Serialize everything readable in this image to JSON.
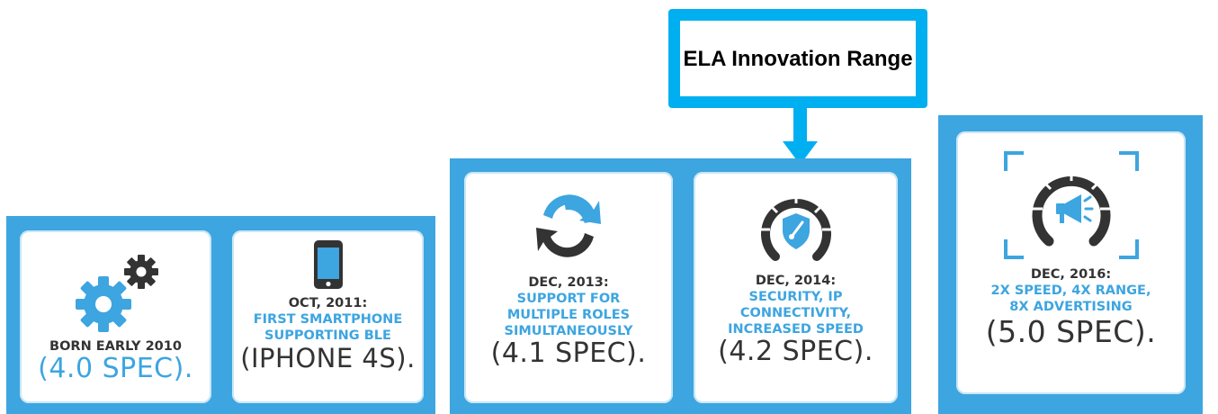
{
  "callout": {
    "text": "ELA Innovation Range"
  },
  "cards": [
    {
      "icon": "gears-icon",
      "line1": "BORN EARLY 2010",
      "spec": "(4.0 SPEC)."
    },
    {
      "icon": "smartphone-icon",
      "date": "OCT, 2011:",
      "desc1": "FIRST SMARTPHONE",
      "desc2": "SUPPORTING BLE",
      "spec": "(IPHONE 4S)."
    },
    {
      "icon": "sync-arrows-icon",
      "date": "DEC, 2013:",
      "desc1": "SUPPORT FOR",
      "desc2": "MULTIPLE ROLES",
      "desc3": "SIMULTANEOUSLY",
      "spec": "(4.1 SPEC)."
    },
    {
      "icon": "gauge-shield-icon",
      "date": "DEC, 2014:",
      "desc1": "SECURITY, IP",
      "desc2": "CONNECTIVITY,",
      "desc3": "INCREASED SPEED",
      "spec": "(4.2 SPEC)."
    },
    {
      "icon": "gauge-megaphone-icon",
      "date": "DEC, 2016:",
      "desc1": "2X SPEED, 4X RANGE,",
      "desc2": "8X ADVERTISING",
      "spec": "(5.0 SPEC)."
    }
  ],
  "colors": {
    "panel": "#3da5e0",
    "callout_border": "#00aff0",
    "dark_text": "#333333",
    "accent_text": "#3da5e0"
  }
}
